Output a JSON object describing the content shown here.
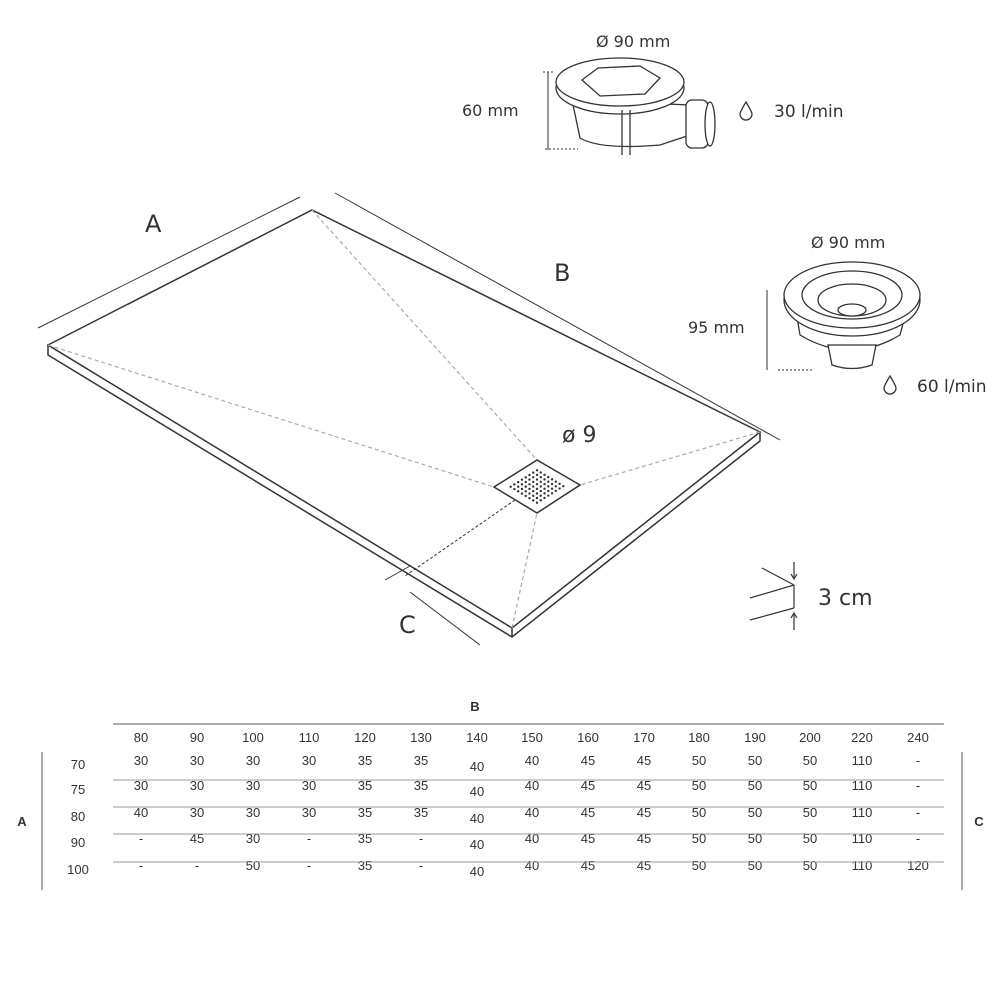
{
  "diagram": {
    "dimension_labels": {
      "a": "A",
      "b": "B",
      "c": "C"
    },
    "drain_size_label": "ø 9",
    "thickness_label": "3 cm",
    "drain_small": {
      "diameter": "Ø 90 mm",
      "height": "60 mm",
      "flow": "30 l/min"
    },
    "drain_large": {
      "diameter": "Ø 90 mm",
      "height": "95 mm",
      "flow": "60 l/min"
    },
    "colors": {
      "line": "#333333",
      "dashed": "#aaaaaa"
    }
  },
  "table": {
    "b_label": "B",
    "a_label": "A",
    "c_label": "C",
    "columns": [
      "80",
      "90",
      "100",
      "110",
      "120",
      "130",
      "140",
      "150",
      "160",
      "170",
      "180",
      "190",
      "200",
      "220",
      "240"
    ],
    "rows": [
      {
        "a": "70",
        "values": [
          "30",
          "30",
          "30",
          "30",
          "35",
          "35",
          "40",
          "40",
          "45",
          "45",
          "50",
          "50",
          "50",
          "110",
          "-"
        ]
      },
      {
        "a": "75",
        "values": [
          "30",
          "30",
          "30",
          "30",
          "35",
          "35",
          "40",
          "40",
          "45",
          "45",
          "50",
          "50",
          "50",
          "110",
          "-"
        ]
      },
      {
        "a": "80",
        "values": [
          "40",
          "30",
          "30",
          "30",
          "35",
          "35",
          "40",
          "40",
          "45",
          "45",
          "50",
          "50",
          "50",
          "110",
          "-"
        ]
      },
      {
        "a": "90",
        "values": [
          "-",
          "45",
          "30",
          "-",
          "35",
          "-",
          "40",
          "40",
          "45",
          "45",
          "50",
          "50",
          "50",
          "110",
          "-"
        ]
      },
      {
        "a": "100",
        "values": [
          "-",
          "-",
          "50",
          "-",
          "35",
          "-",
          "40",
          "40",
          "45",
          "45",
          "50",
          "50",
          "50",
          "110",
          "120"
        ]
      }
    ]
  }
}
